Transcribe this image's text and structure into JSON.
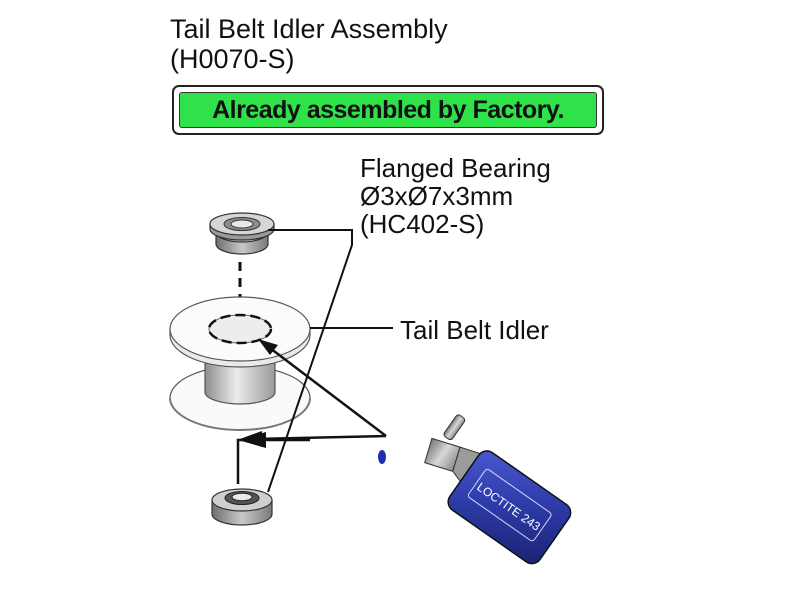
{
  "header": {
    "title_line1": "Tail Belt Idler Assembly",
    "title_line2": "(H0070-S)"
  },
  "banner": {
    "text": "Already assembled by Factory.",
    "color": "#2fe24a"
  },
  "callouts": {
    "bearing": {
      "name": "Flanged Bearing",
      "size": "Ø3xØ7x3mm",
      "code": "(HC402-S)"
    },
    "idler": {
      "name": "Tail Belt Idler"
    }
  },
  "bottle": {
    "label": "LOCTITE 243",
    "color": "#2c3aa6"
  }
}
